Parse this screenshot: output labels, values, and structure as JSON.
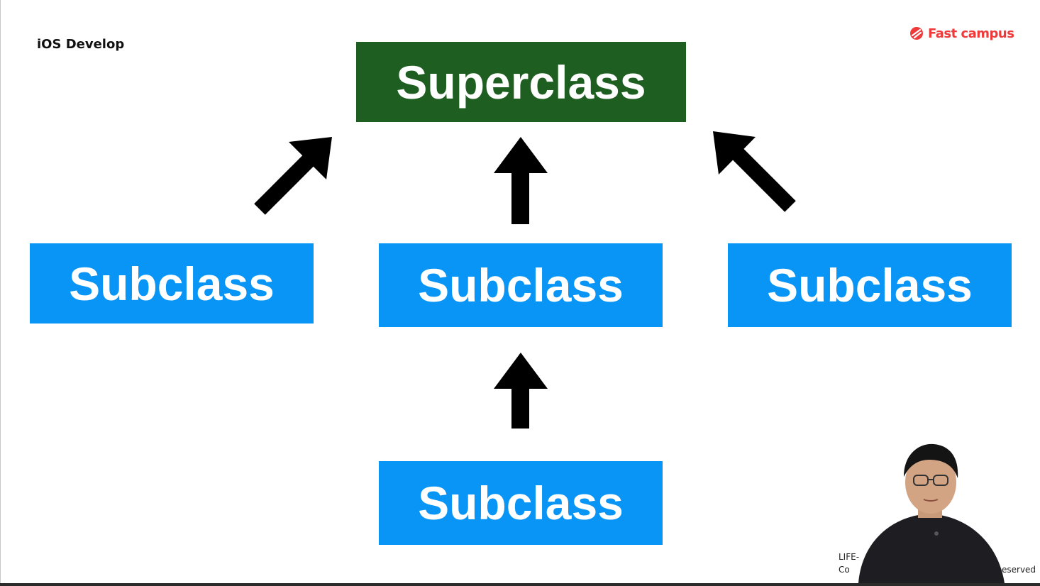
{
  "header": {
    "title": "iOS Develop"
  },
  "brand": {
    "logo_text": "Fast campus",
    "logo_icon": "fastcampus-logo-icon",
    "color": "#ee3a3a"
  },
  "diagram": {
    "superclass_label": "Superclass",
    "subclass_labels": [
      "Subclass",
      "Subclass",
      "Subclass",
      "Subclass"
    ],
    "colors": {
      "superclass_fill": "#1e5e20",
      "subclass_fill": "#0995f5",
      "arrow": "#000000"
    },
    "arrows": [
      {
        "from": "subclass-left",
        "to": "superclass"
      },
      {
        "from": "subclass-middle",
        "to": "superclass"
      },
      {
        "from": "subclass-right",
        "to": "superclass"
      },
      {
        "from": "subclass-bottom",
        "to": "subclass-middle"
      }
    ]
  },
  "footer": {
    "line1": "LIFE-",
    "line2_start": "Co",
    "line2_end": "eserved"
  },
  "presenter": {
    "icon": "presenter-video-overlay"
  }
}
